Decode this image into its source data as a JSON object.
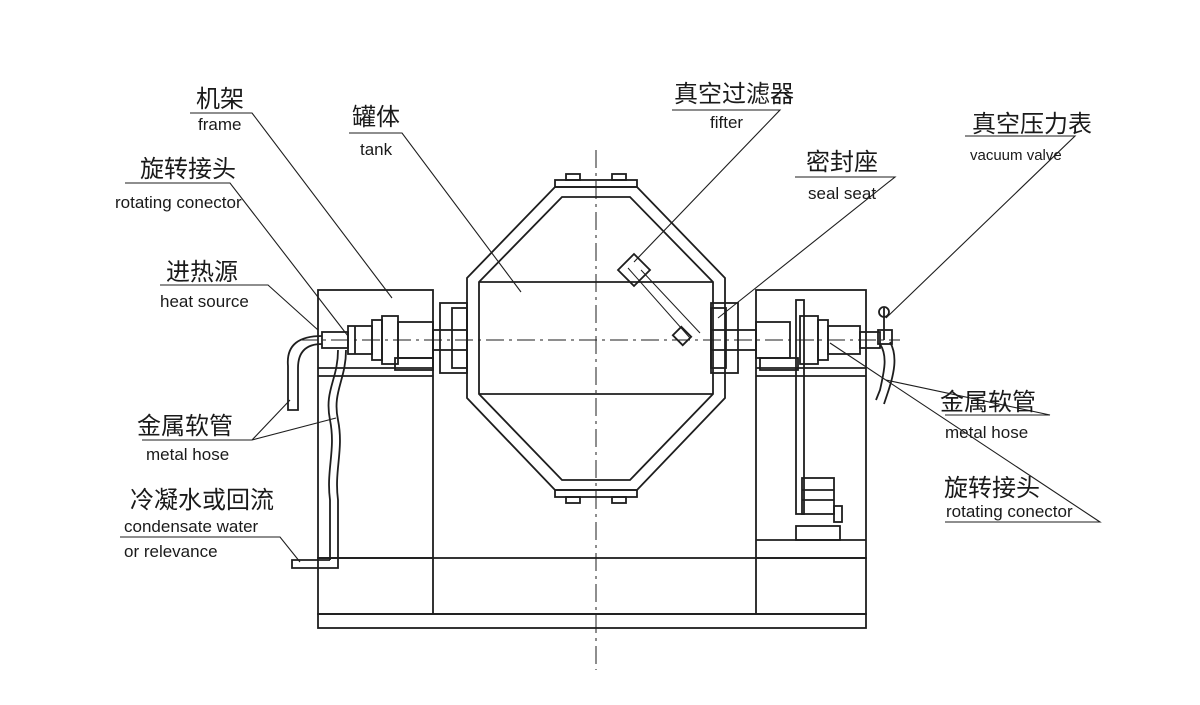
{
  "labels": {
    "frame": {
      "cn": "机架",
      "en": "frame"
    },
    "tank": {
      "cn": "罐体",
      "en": "tank"
    },
    "filter": {
      "cn": "真空过滤器",
      "en": "fifter"
    },
    "seal_seat": {
      "cn": "密封座",
      "en": "seal seat"
    },
    "vacuum_gauge": {
      "cn": "真空压力表",
      "en": "vacuum valve"
    },
    "rotating_connector_left": {
      "cn": "旋转接头",
      "en": "rotating conector"
    },
    "heat_source": {
      "cn": "进热源",
      "en": "heat source"
    },
    "metal_hose_left": {
      "cn": "金属软管",
      "en": "metal hose"
    },
    "condensate": {
      "cn": "冷凝水或回流",
      "en1": "condensate water",
      "en2": "or relevance"
    },
    "metal_hose_right": {
      "cn": "金属软管",
      "en": "metal hose"
    },
    "rotating_connector_right": {
      "cn": "旋转接头",
      "en": "rotating conector"
    }
  },
  "colors": {
    "line": "#1e1e1e",
    "background": "#ffffff"
  }
}
